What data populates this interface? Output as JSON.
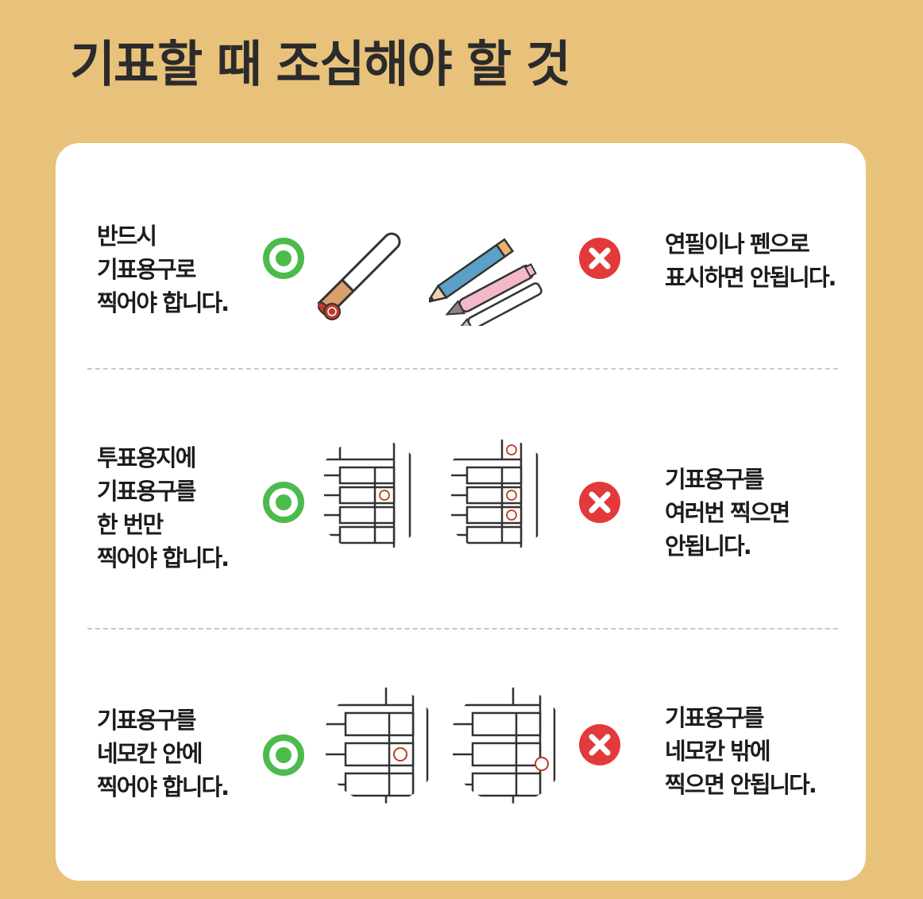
{
  "title": "기표할 때 조심해야 할 것",
  "colors": {
    "background": "#e8c27a",
    "card": "#ffffff",
    "ok_green": "#4cbb4c",
    "ng_red": "#e23a3a",
    "stamp_red": "#c0392b"
  },
  "rules": [
    {
      "ok_lines": [
        "반드시",
        "기표용구로",
        "찍어야 합니다."
      ],
      "ng_lines": [
        "연필이나 펜으로",
        "표시하면 안됩니다."
      ],
      "ok_icon": "stamp-tool-icon",
      "ng_icon": "pencil-and-pens-icon"
    },
    {
      "ok_lines": [
        "투표용지에",
        "기표용구를",
        "한 번만",
        "찍어야 합니다."
      ],
      "ng_lines": [
        "기표용구를",
        "여러번 찍으면",
        "안됩니다."
      ],
      "ok_icon": "ballot-single-stamp-icon",
      "ng_icon": "ballot-multiple-stamps-icon"
    },
    {
      "ok_lines": [
        "기표용구를",
        "네모칸 안에",
        "찍어야 합니다."
      ],
      "ng_lines": [
        "기표용구를",
        "네모칸 밖에",
        "찍으면 안됩니다."
      ],
      "ok_icon": "ballot-stamp-inside-box-icon",
      "ng_icon": "ballot-stamp-outside-box-icon"
    }
  ],
  "marks": {
    "ok_icon": "correct-circle-icon",
    "ng_icon": "wrong-x-icon"
  }
}
